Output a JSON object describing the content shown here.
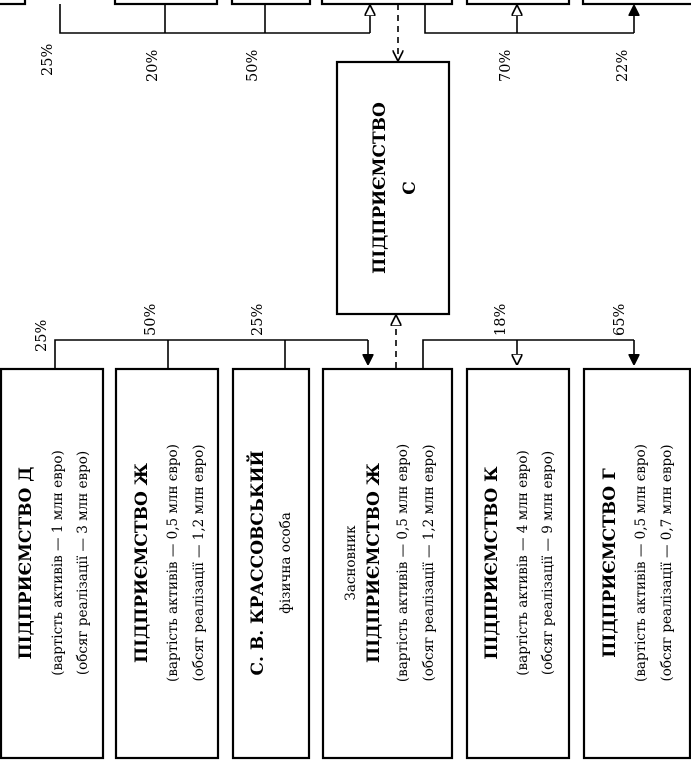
{
  "center": {
    "line1": "ПІДПРИЄМСТВО",
    "line2": "С"
  },
  "boxes": [
    {
      "title": "ПІДПРИЄМСТВО Д",
      "line1": "(вартість активів — 1 млн евро)",
      "line2": "(обсяг реалізації — 3 млн евро)"
    },
    {
      "title": "ПІДПРИЄМСТВО Ж",
      "line1": "(вартість активів — 0,5 млн євро)",
      "line2": "(обсяг реалізації — 1,2 млн евро)"
    },
    {
      "title": "С. В. КРАССОВСЬКИЙ",
      "line1": "фізична особа"
    },
    {
      "caption": "Засновник",
      "title": "ПІДПРИЄМСТВО Ж",
      "line1": "(вартість активів — 0,5 млн евро)",
      "line2": "(обсяг реалізації — 1,2 млн евро)"
    },
    {
      "title": "ПІДПРИЄМСТВО К",
      "line1": "(вартість активів — 4 млн евро)",
      "line2": "(обсяг реалізації — 9 млн евро)"
    },
    {
      "title": "ПІДПРИЄМСТВО Г",
      "line1": "(вартість активів — 0,5 млн євро)",
      "line2": "(обсяг реалізації — 0,7 млн евро)"
    }
  ],
  "percentages_bottom": [
    "25%",
    "50%",
    "25%",
    "18%",
    "65%"
  ],
  "percentages_top": [
    "25%",
    "20%",
    "50%",
    "70%",
    "22%"
  ]
}
